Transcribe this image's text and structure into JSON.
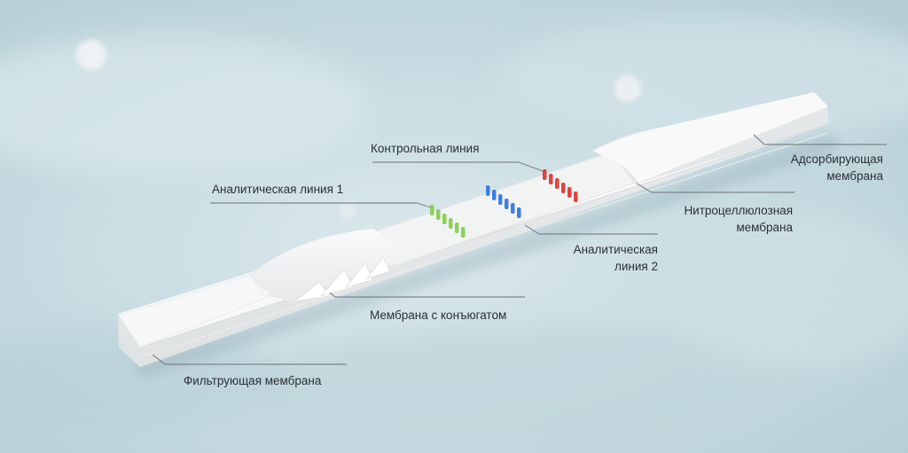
{
  "labels": {
    "control_line": "Контрольная линия",
    "analytical_line_1": "Аналитическая линия 1",
    "adsorbing_membrane_l1": "Адсорбирующая",
    "adsorbing_membrane_l2": "мембрана",
    "nitrocellulose_membrane_l1": "Нитроцеллюлозная",
    "nitrocellulose_membrane_l2": "мембрана",
    "analytical_line_2_l1": "Аналитическая",
    "analytical_line_2_l2": "линия 2",
    "conjugate_membrane": "Мембрана с конъюгатом",
    "filter_membrane": "Фильтрующая мембрана"
  },
  "colors": {
    "control_line": "#e0443f",
    "analytical_line_1": "#8bd05a",
    "analytical_line_2": "#3d7fe0",
    "background": "#c9dde3",
    "strip": "#f4f5f5"
  }
}
